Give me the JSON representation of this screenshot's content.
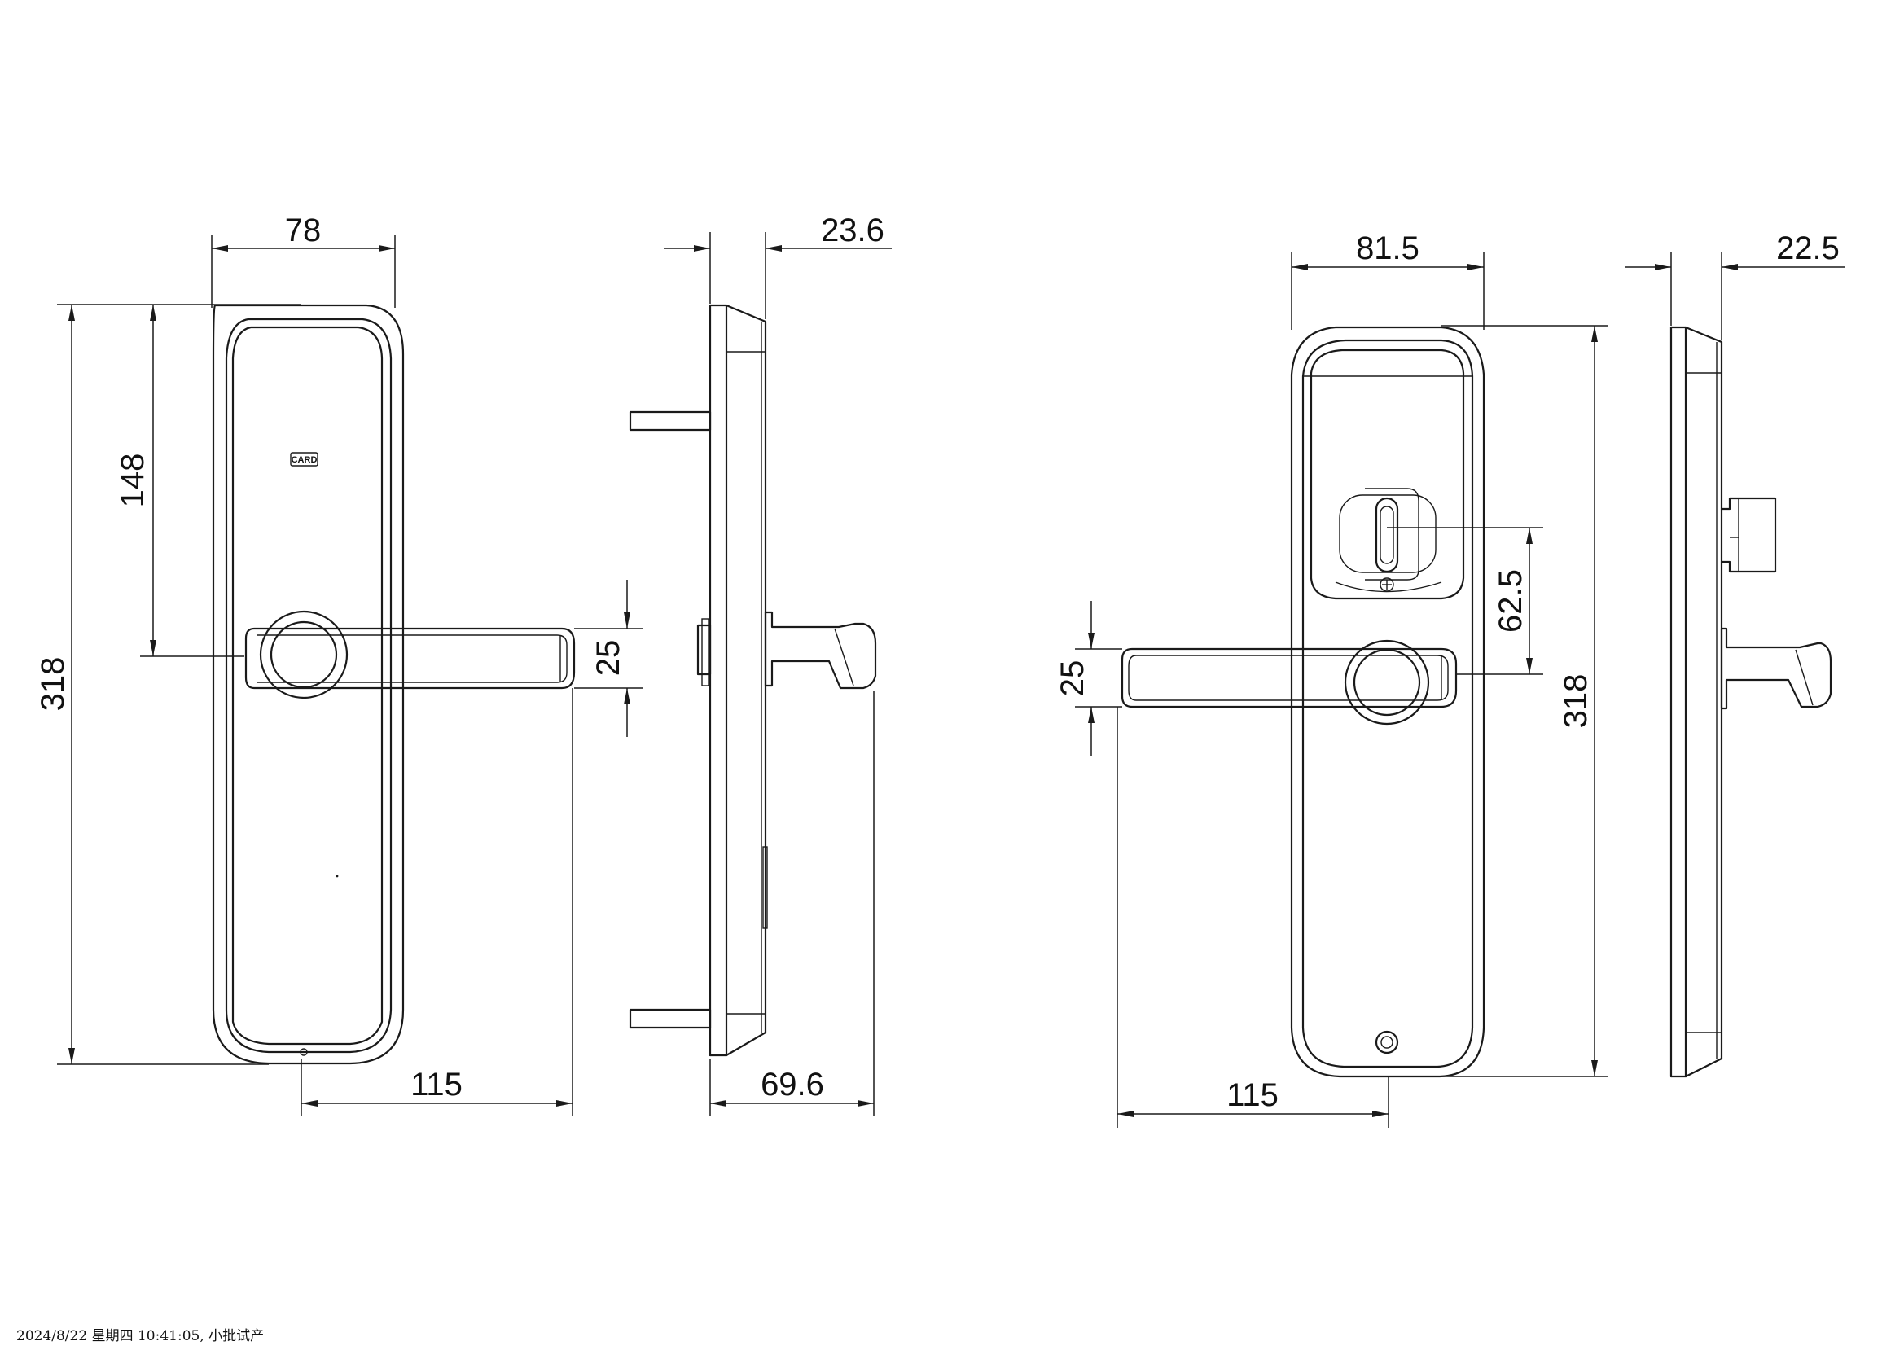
{
  "views": {
    "front_left": {
      "card_label": "CARD",
      "dims": {
        "width": "78",
        "height": "318",
        "handle_height": "148",
        "handle_thickness": "25",
        "handle_length": "115"
      }
    },
    "side_left": {
      "dims": {
        "depth": "23.6",
        "depth_with_handle": "69.6"
      }
    },
    "front_right": {
      "dims": {
        "width": "81.5",
        "height": "318",
        "handle_to_cylinder": "62.5",
        "handle_thickness": "25",
        "handle_length": "115"
      }
    },
    "side_right": {
      "dims": {
        "depth": "22.5"
      }
    }
  },
  "footer": {
    "text": "2024/8/22 星期四 10:41:05, 小批试产"
  },
  "colors": {
    "line": "#1a1a1a",
    "background": "#ffffff"
  }
}
